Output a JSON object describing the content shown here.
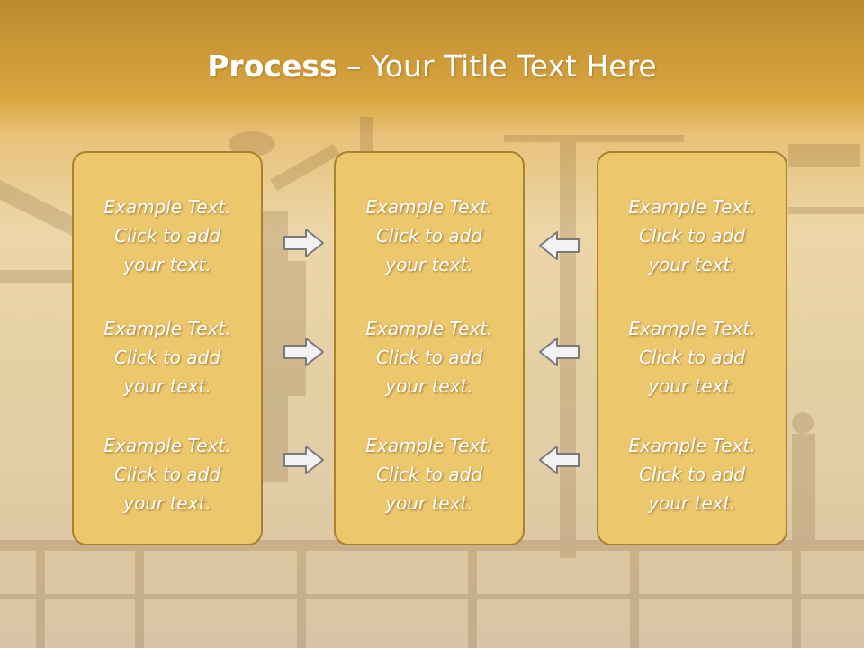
{
  "title": {
    "bold": "Process",
    "rest": " – Your Title Text Here"
  },
  "columns": [
    {
      "items": [
        "Example Text.\nClick  to add\nyour text.",
        "Example Text.\nClick  to add\nyour text.",
        "Example Text.\nClick  to add\nyour text."
      ]
    },
    {
      "items": [
        "Example Text.\nClick  to add\nyour text.",
        "Example Text.\nClick  to add\nyour text.",
        "Example Text.\nClick  to add\nyour text."
      ]
    },
    {
      "items": [
        "Example Text.\nClick  to add\nyour text.",
        "Example Text.\nClick  to add\nyour text.",
        "Example Text.\nClick  to add\nyour text."
      ]
    }
  ],
  "arrows": {
    "left_group": "right-arrow-icon",
    "right_group": "left-arrow-icon"
  },
  "colors": {
    "header": "#dba640",
    "panel": "#edc76c",
    "panel_border": "#a8822e",
    "text": "#ffffff"
  }
}
